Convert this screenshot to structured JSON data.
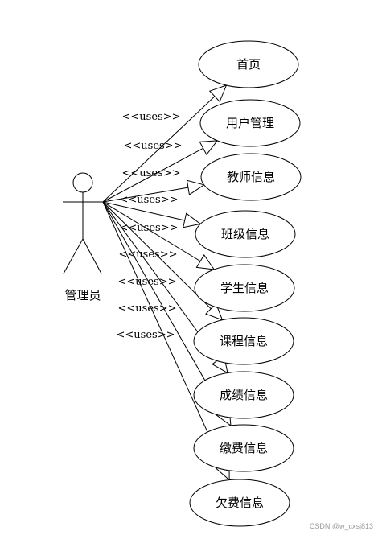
{
  "diagram": {
    "actor": {
      "name": "管理员"
    },
    "relation_label": "<<uses>>",
    "use_cases": [
      {
        "label": "首页"
      },
      {
        "label": "用户管理"
      },
      {
        "label": "教师信息"
      },
      {
        "label": "班级信息"
      },
      {
        "label": "学生信息"
      },
      {
        "label": "课程信息"
      },
      {
        "label": "成绩信息"
      },
      {
        "label": "缴费信息"
      },
      {
        "label": "欠费信息"
      }
    ]
  },
  "watermark": "CSDN @w_cxsj813"
}
